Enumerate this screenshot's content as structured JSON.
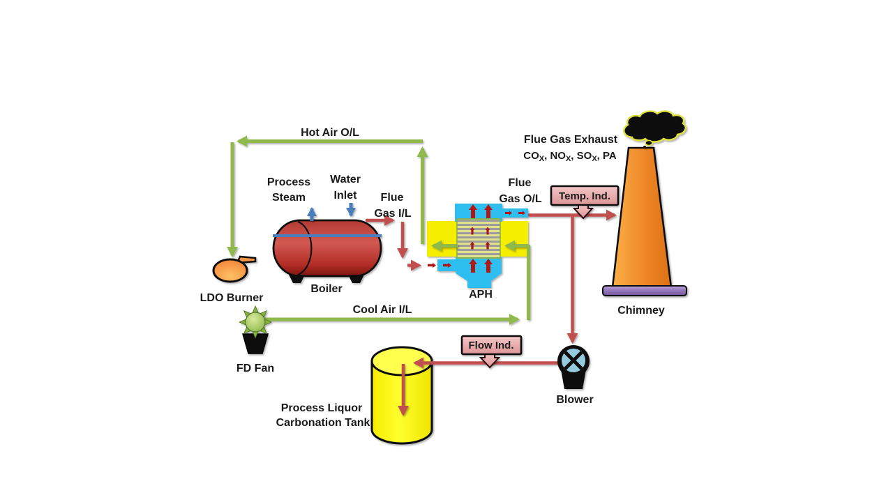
{
  "diagram": {
    "labels": {
      "hot_air_ol": "Hot Air O/L",
      "process_steam_1": "Process",
      "process_steam_2": "Steam",
      "water_inlet_1": "Water",
      "water_inlet_2": "Inlet",
      "flue_gas_il_1": "Flue",
      "flue_gas_il_2": "Gas I/L",
      "flue_gas_ol_1": "Flue",
      "flue_gas_ol_2": "Gas O/L",
      "flue_gas_exhaust": "Flue Gas Exhaust",
      "ldo_burner": "LDO Burner",
      "boiler": "Boiler",
      "cool_air_il": "Cool Air I/L",
      "fd_fan": "FD Fan",
      "aph": "APH",
      "chimney": "Chimney",
      "blower": "Blower",
      "tank_1": "Process Liquor",
      "tank_2": "Carbonation Tank"
    },
    "indicators": {
      "temp": "Temp. Ind.",
      "flow": "Flow Ind."
    },
    "species": {
      "part1": "CO",
      "sub1": "X",
      "part2": ", NO",
      "sub2": "X",
      "part3": ", SO",
      "sub3": "X",
      "part4": ", PA"
    },
    "colors": {
      "air_line_green": "#8FBA4C",
      "flue_line_red": "#C0504D",
      "dark_red_arrow": "#AE1917",
      "water_steam_blue": "#4A7EBB",
      "boiler_red": "#C8433C",
      "burner_orange": "#F79646",
      "chimney_orange": "#F08A2C",
      "chimney_base_purple": "#9479BD",
      "tank_yellow": "#FFFF00",
      "aph_cyan": "#2EBEF0",
      "duct_yellow": "#F6EE00",
      "indicator_pink": "#E8A9AB",
      "smoke_black": "#111111",
      "smoke_outline": "#DFE23C"
    }
  }
}
